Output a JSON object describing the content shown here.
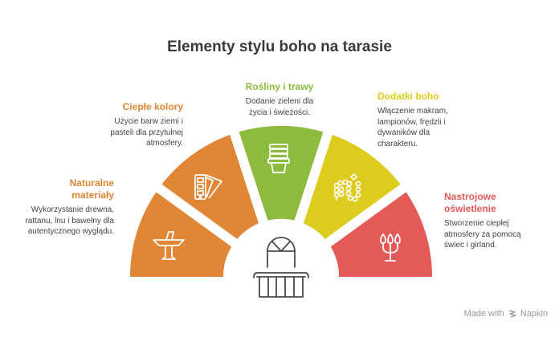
{
  "title": "Elementy stylu boho na tarasie",
  "segments": [
    {
      "heading": "Naturalne materiały",
      "heading_lines": [
        "Naturalne",
        "materiały"
      ],
      "description": "Wykorzystanie drewna, rattanu, lnu i bawełny dla autentycznego wyglądu.",
      "color": "#E08634",
      "icon": "pedestal-table-icon"
    },
    {
      "heading": "Ciepłe kolory",
      "description": "Użycie barw ziemi i pasteli dla przytulnej atmosfery.",
      "color": "#E08634",
      "icon": "color-swatch-icon"
    },
    {
      "heading": "Rośliny i trawy",
      "description": "Dodanie zieleni dla życia i świeżości.",
      "color": "#8DBB3E",
      "icon": "stacked-pots-icon"
    },
    {
      "heading": "Dodatki boho",
      "description": "Włączenie makram, lampionów, frędzli i dywaników dla charakteru.",
      "color": "#DDCB1E",
      "icon": "beads-garland-icon"
    },
    {
      "heading": "Nastrojowe oświetlenie",
      "heading_lines": [
        "Nastrojowe",
        "oświetlenie"
      ],
      "description": "Stworzenie ciepłej atmosfery za pomocą świec i girland.",
      "color": "#E35A57",
      "icon": "candelabra-icon"
    }
  ],
  "center_icon": "balcony-icon",
  "footer": {
    "made_with": "Made with",
    "brand": "Napkin"
  }
}
